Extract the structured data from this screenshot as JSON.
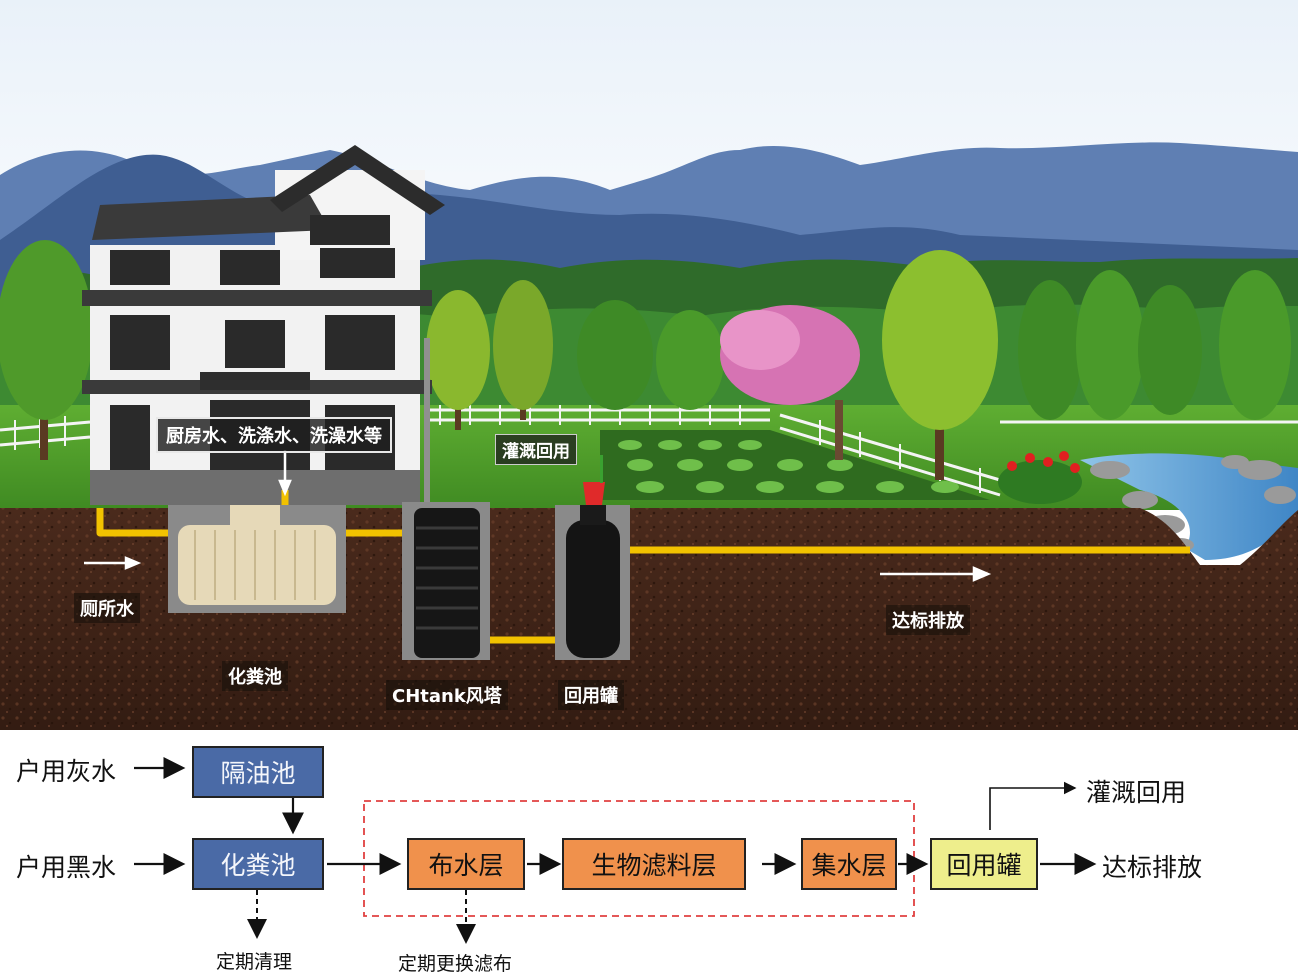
{
  "scene": {
    "labels": {
      "greywater": "厨房水、洗涤水、洗澡水等",
      "irrigation": "灌溉回用",
      "toilet_water": "厕所水",
      "septic_tank": "化粪池",
      "tower": "CHtank风塔",
      "reuse_tank": "回用罐",
      "discharge": "达标排放"
    }
  },
  "diagram": {
    "inputs": {
      "grey": "户用灰水",
      "black": "户用黑水"
    },
    "boxes": {
      "grease_trap": "隔油池",
      "septic": "化粪池",
      "distribution": "布水层",
      "biofilter": "生物滤料层",
      "collection": "集水层",
      "reuse": "回用罐"
    },
    "outputs": {
      "irrigation": "灌溉回用",
      "discharge": "达标排放"
    },
    "notes": {
      "clean": "定期清理",
      "replace_cloth": "定期更换滤布"
    },
    "colors": {
      "blue_box": "#4a6aa6",
      "orange_box": "#f0914c",
      "yellow_box": "#eeee8c",
      "dashed_frame": "#e04040",
      "pipe": "#f2c200"
    }
  }
}
